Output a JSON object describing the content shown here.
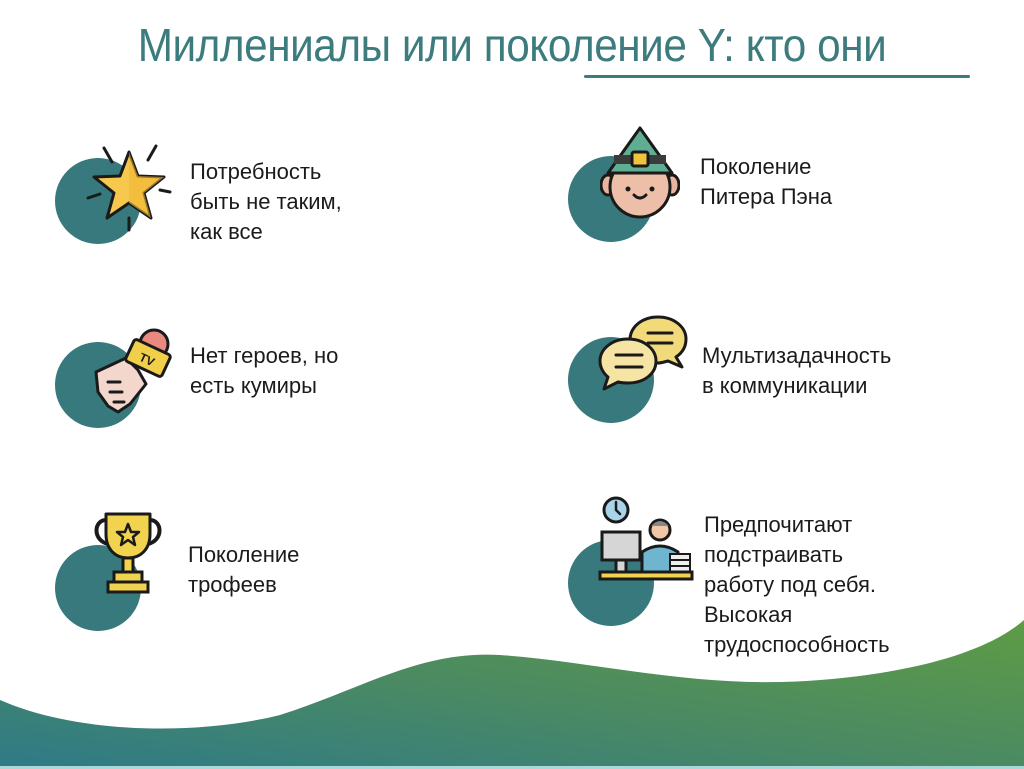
{
  "slide": {
    "title": "Миллениалы или поколение Y: кто они",
    "accent_color": "#3c7c7e",
    "circle_color": "#37797c",
    "wave_gradient": [
      "#2f7b86",
      "#5a9a48"
    ]
  },
  "items": [
    {
      "icon": "star-icon",
      "lines": [
        "Потребность",
        "быть не таким,",
        "как все"
      ]
    },
    {
      "icon": "elf-face-icon",
      "lines": [
        "Поколение",
        "Питера Пэна"
      ]
    },
    {
      "icon": "tv-microphone-icon",
      "lines": [
        "Нет героев, но",
        "есть кумиры"
      ]
    },
    {
      "icon": "chat-bubbles-icon",
      "lines": [
        "Мультизадачность",
        "в коммуникации"
      ]
    },
    {
      "icon": "trophy-icon",
      "lines": [
        "Поколение",
        "трофеев"
      ]
    },
    {
      "icon": "office-worker-icon",
      "lines": [
        "Предпочитают",
        "подстраивать",
        "работу под себя.",
        "Высокая",
        "трудоспособность"
      ]
    }
  ]
}
